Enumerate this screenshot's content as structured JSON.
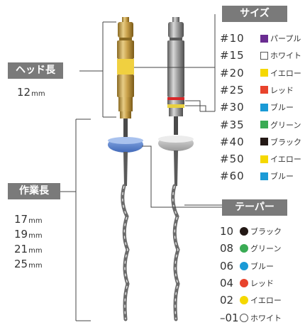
{
  "labels": {
    "head_length": "ヘッド長",
    "working_length": "作業長",
    "size": "サイズ",
    "taper": "テーパー"
  },
  "head_length_value": {
    "num": "12",
    "unit": "mm"
  },
  "working_lengths": [
    {
      "num": "17",
      "unit": "mm"
    },
    {
      "num": "19",
      "unit": "mm"
    },
    {
      "num": "21",
      "unit": "mm"
    },
    {
      "num": "25",
      "unit": "mm"
    }
  ],
  "sizes": [
    {
      "num": "#10",
      "name": "パープル",
      "color": "#6a2c91"
    },
    {
      "num": "#15",
      "name": "ホワイト",
      "color": "#ffffff"
    },
    {
      "num": "#20",
      "name": "イエロー",
      "color": "#f5d800"
    },
    {
      "num": "#25",
      "name": "レッド",
      "color": "#e8432c"
    },
    {
      "num": "#30",
      "name": "ブルー",
      "color": "#1a9ad6"
    },
    {
      "num": "#35",
      "name": "グリーン",
      "color": "#3aab54"
    },
    {
      "num": "#40",
      "name": "ブラック",
      "color": "#231815"
    },
    {
      "num": "#50",
      "name": "イエロー",
      "color": "#f5d800"
    },
    {
      "num": "#60",
      "name": "ブルー",
      "color": "#1a9ad6"
    }
  ],
  "tapers": [
    {
      "num": "10",
      "name": "ブラック",
      "color": "#231815"
    },
    {
      "num": "08",
      "name": "グリーン",
      "color": "#3aab54"
    },
    {
      "num": "06",
      "name": "ブルー",
      "color": "#1a9ad6"
    },
    {
      "num": "04",
      "name": "レッド",
      "color": "#e8432c"
    },
    {
      "num": "02",
      "name": "イエロー",
      "color": "#f5d800"
    },
    {
      "num": "–01",
      "name": "ホワイト",
      "color": "#ffffff"
    }
  ],
  "colors": {
    "label_bg": "#7a7a7a",
    "gold": "#c7a34e",
    "silver": "#8a8a8a",
    "blue_stopper": "#5b83c9",
    "gray_stopper": "#bcbcbc"
  }
}
